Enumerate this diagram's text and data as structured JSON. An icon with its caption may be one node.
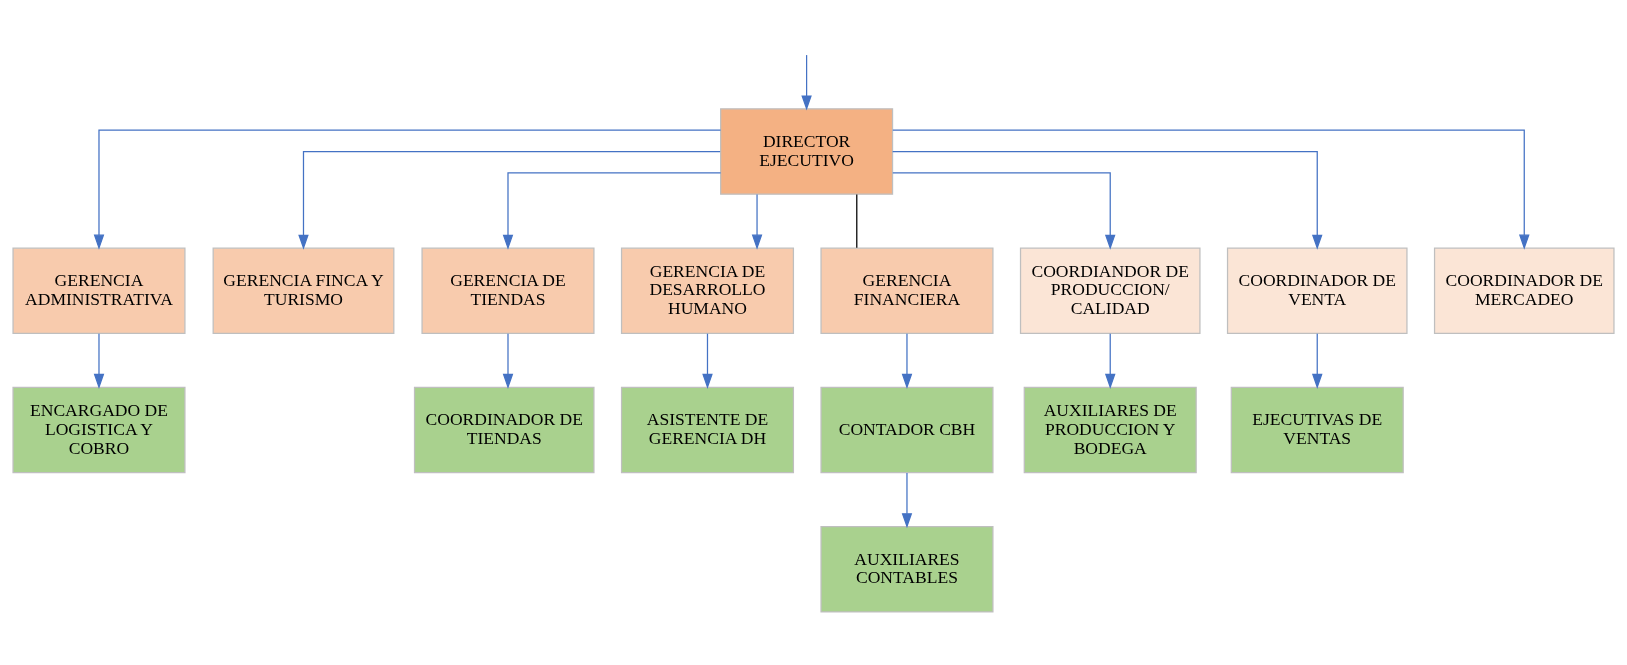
{
  "diagram": {
    "nodes": [
      {
        "text": [
          "DIRECTOR EJECUTIVO"
        ]
      },
      {
        "text": [
          "GERENCIA ADMINISTRATIVA"
        ]
      },
      {
        "text": [
          "GERENCIA FINCA Y TURISMO"
        ]
      },
      {
        "text": [
          "GERENCIA DE TIENDAS"
        ]
      },
      {
        "text": [
          "GERENCIA DE DESARROLLO HUMANO"
        ]
      },
      {
        "text": [
          "GERENCIA FINANCIERA"
        ]
      },
      {
        "text": [
          "COORDIANDOR DE PRODUCCION/ CALIDAD"
        ]
      },
      {
        "text": [
          "COORDINADOR DE VENTA"
        ]
      },
      {
        "text": [
          "COORDINADOR DE MERCADEO"
        ]
      },
      {
        "text": [
          "ENCARGADO DE LOGISTICA Y COBRO"
        ]
      },
      {
        "text": [
          "COORDINADOR DE TIENDAS"
        ]
      },
      {
        "text": [
          "ASISTENTE DE GERENCIA DH"
        ]
      },
      {
        "text": [
          "CONTADOR CBH"
        ]
      },
      {
        "text": [
          "AUXILIARES CONTABLES"
        ]
      },
      {
        "text": [
          "AUXILIARES DE PRODUCCION Y BODEGA"
        ]
      },
      {
        "text": [
          "EJECUTIVAS DE VENTAS"
        ]
      }
    ],
    "edges": [
      {
        "from": null,
        "to": 0,
        "arrow": "to"
      },
      {
        "from": 0,
        "to": 1,
        "arrow": "to"
      },
      {
        "from": 0,
        "to": 2,
        "arrow": "to"
      },
      {
        "from": 0,
        "to": 3,
        "arrow": "to"
      },
      {
        "from": 0,
        "to": 4,
        "arrow": "to"
      },
      {
        "from": 0,
        "to": 5,
        "arrow": "none",
        "color": "#000000"
      },
      {
        "from": 0,
        "to": 6,
        "arrow": "to"
      },
      {
        "from": 0,
        "to": 7,
        "arrow": "to"
      },
      {
        "from": 0,
        "to": 8,
        "arrow": "to"
      },
      {
        "from": 1,
        "to": 9,
        "arrow": "to"
      },
      {
        "from": 3,
        "to": 10,
        "arrow": "to"
      },
      {
        "from": 4,
        "to": 11,
        "arrow": "to"
      },
      {
        "from": 5,
        "to": 12,
        "arrow": "to"
      },
      {
        "from": 12,
        "to": 13,
        "arrow": "to"
      },
      {
        "from": 6,
        "to": 14,
        "arrow": "to"
      },
      {
        "from": 7,
        "to": 15,
        "arrow": "to"
      }
    ]
  }
}
